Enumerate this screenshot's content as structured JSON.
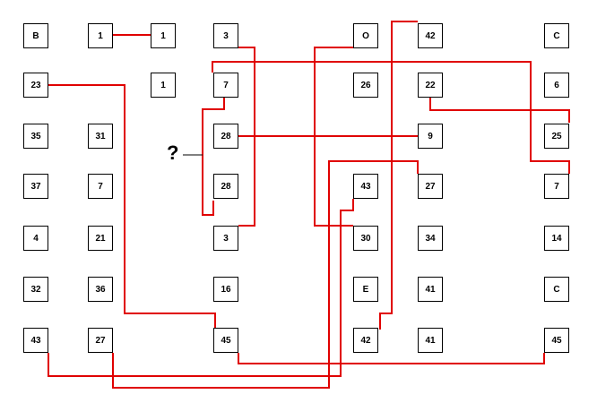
{
  "colors": {
    "line": "#e00000",
    "box_border": "#000000",
    "pointer": "#000000"
  },
  "question_mark": "?",
  "boxes": [
    {
      "id": "r1c1",
      "label": "B"
    },
    {
      "id": "r1c2",
      "label": "1"
    },
    {
      "id": "r1c3",
      "label": "1"
    },
    {
      "id": "r1c4",
      "label": "3"
    },
    {
      "id": "r1c6",
      "label": "O"
    },
    {
      "id": "r1c7",
      "label": "42"
    },
    {
      "id": "r1c9",
      "label": "C"
    },
    {
      "id": "r2c1",
      "label": "23"
    },
    {
      "id": "r2c3",
      "label": "1"
    },
    {
      "id": "r2c4",
      "label": "7"
    },
    {
      "id": "r2c6",
      "label": "26"
    },
    {
      "id": "r2c7",
      "label": "22"
    },
    {
      "id": "r2c9",
      "label": "6"
    },
    {
      "id": "r3c1",
      "label": "35"
    },
    {
      "id": "r3c2",
      "label": "31"
    },
    {
      "id": "r3c4",
      "label": "28"
    },
    {
      "id": "r3c7",
      "label": "9"
    },
    {
      "id": "r3c9",
      "label": "25"
    },
    {
      "id": "r4c1",
      "label": "37"
    },
    {
      "id": "r4c2",
      "label": "7"
    },
    {
      "id": "r4c4",
      "label": "28"
    },
    {
      "id": "r4c6",
      "label": "43"
    },
    {
      "id": "r4c7",
      "label": "27"
    },
    {
      "id": "r4c9",
      "label": "7"
    },
    {
      "id": "r5c1",
      "label": "4"
    },
    {
      "id": "r5c2",
      "label": "21"
    },
    {
      "id": "r5c4",
      "label": "3"
    },
    {
      "id": "r5c6",
      "label": "30"
    },
    {
      "id": "r5c7",
      "label": "34"
    },
    {
      "id": "r5c9",
      "label": "14"
    },
    {
      "id": "r6c1",
      "label": "32"
    },
    {
      "id": "r6c2",
      "label": "36"
    },
    {
      "id": "r6c4",
      "label": "16"
    },
    {
      "id": "r6c6",
      "label": "E"
    },
    {
      "id": "r6c7",
      "label": "41"
    },
    {
      "id": "r6c9",
      "label": "C"
    },
    {
      "id": "r7c1",
      "label": "43"
    },
    {
      "id": "r7c2",
      "label": "27"
    },
    {
      "id": "r7c4",
      "label": "45"
    },
    {
      "id": "r7c6",
      "label": "42"
    },
    {
      "id": "r7c7",
      "label": "41"
    },
    {
      "id": "r7c9",
      "label": "45"
    }
  ]
}
